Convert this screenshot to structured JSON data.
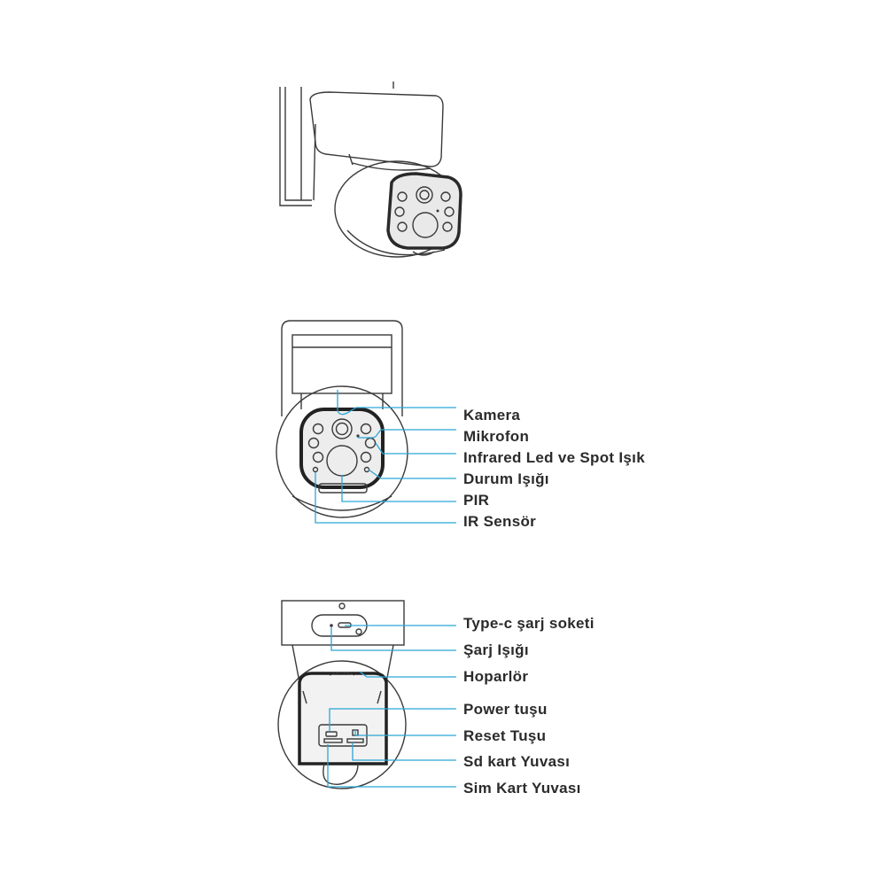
{
  "front_view": {
    "labels": [
      {
        "id": "camera",
        "text": "Kamera"
      },
      {
        "id": "microphone",
        "text": "Mikrofon"
      },
      {
        "id": "infrared-led",
        "text": "Infrared Led ve Spot Işık"
      },
      {
        "id": "status-light",
        "text": "Durum Işığı"
      },
      {
        "id": "pir",
        "text": "PIR"
      },
      {
        "id": "ir-sensor",
        "text": "IR Sensör"
      }
    ]
  },
  "bottom_view": {
    "labels": [
      {
        "id": "type-c-port",
        "text": "Type-c şarj soketi"
      },
      {
        "id": "charge-light",
        "text": "Şarj Işığı"
      },
      {
        "id": "speaker",
        "text": "Hoparlör"
      },
      {
        "id": "power-button",
        "text": "Power tuşu"
      },
      {
        "id": "reset-button",
        "text": "Reset Tuşu"
      },
      {
        "id": "sd-card-slot",
        "text": "Sd kart Yuvası"
      },
      {
        "id": "sim-card-slot",
        "text": "Sim Kart Yuvası"
      }
    ]
  },
  "colors": {
    "leader_line": "#2aa6d6",
    "device_line": "#3a3a3a",
    "label_text": "#2b2b2b"
  }
}
